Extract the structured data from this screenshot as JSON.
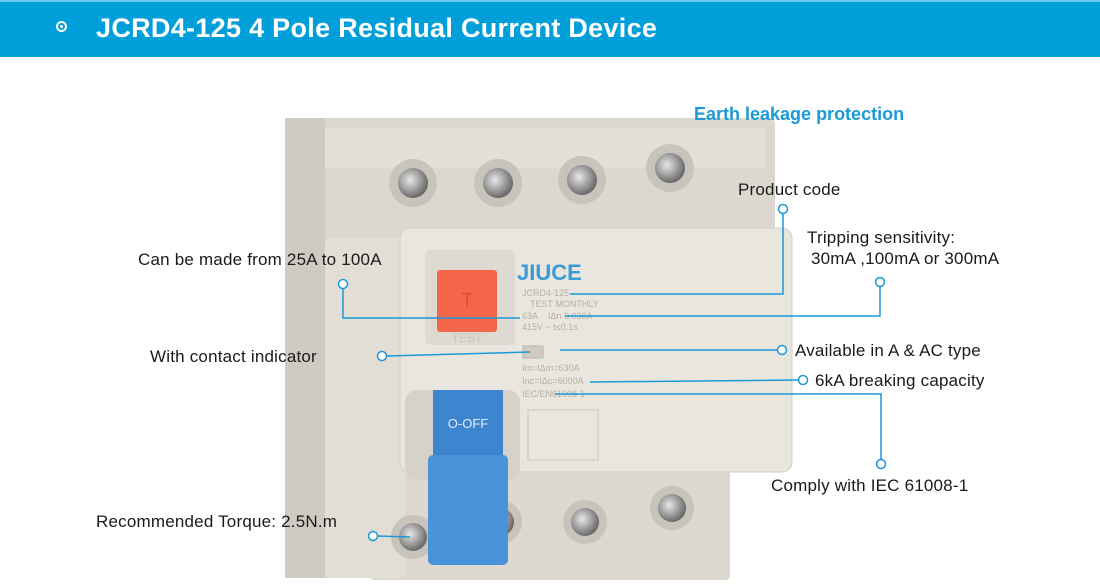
{
  "header": {
    "title": "JCRD4-125  4 Pole Residual Current Device"
  },
  "headline": "Earth leakage protection",
  "callouts": {
    "product_code": "Product code",
    "tripping_1": "Tripping sensitivity:",
    "tripping_2": "30mA ,100mA or 300mA",
    "current_range": "Can be made from  25A to 100A",
    "contact_indicator": "With contact indicator",
    "type": "Available in A & AC type",
    "breaking": "6kA breaking capacity",
    "standard": "Comply with IEC 61008-1",
    "torque": "Recommended  Torque: 2.5N.m"
  },
  "device": {
    "brand": "JIUCE",
    "model": "JCRD4-125",
    "test_monthly": "TEST MONTHLY",
    "rating": "63A",
    "sensitivity": "IΔn 0.030A",
    "voltage": "415V ~  t≤0.1s",
    "im": "Im=IΔm=630A",
    "inc": "Inc=IΔc=6000A",
    "std": "IEC/EN61008-1",
    "test_label": "TEST",
    "toggle": "O-OFF",
    "test_key": "T"
  },
  "colors": {
    "banner": "#009fda",
    "accent": "#1a9ad6",
    "test_button": "#f4664a",
    "toggle": "#3d86cf"
  }
}
